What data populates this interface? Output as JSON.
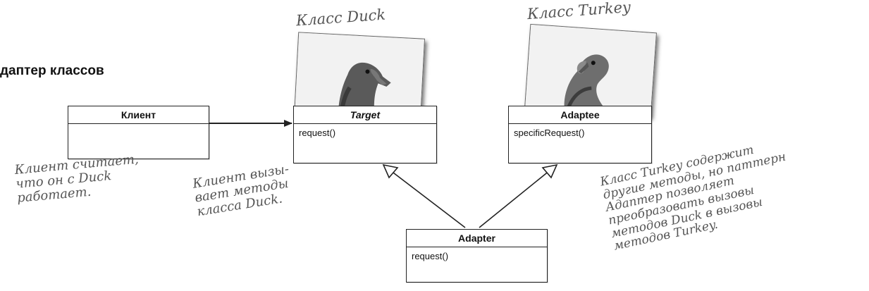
{
  "title": "даптер классов",
  "classes": {
    "client": {
      "name": "Клиент",
      "ops": ""
    },
    "target": {
      "name": "Target",
      "ops": "request()"
    },
    "adaptee": {
      "name": "Adaptee",
      "ops": "specificRequest()"
    },
    "adapter": {
      "name": "Adapter",
      "ops": "request()"
    }
  },
  "photos": {
    "duck": {
      "caption": "Класс Duck",
      "icon": "duck-head-photo"
    },
    "turkey": {
      "caption": "Класс Turkey",
      "icon": "turkey-head-photo"
    }
  },
  "notes": {
    "client_thinks": "Клиент считает,\nчто он с Duck\nработает.",
    "client_calls": "Клиент вызы-\nвает методы\nкласса Duck.",
    "turkey_methods": "Класс Turkey содержит\nдругие методы, но паттерн\nАдаптер позволяет\nпреобразовать вызовы\nметодов Duck в вызовы\nметодов Turkey."
  },
  "colors": {
    "line": "#222222",
    "handwriting": "#555555"
  }
}
